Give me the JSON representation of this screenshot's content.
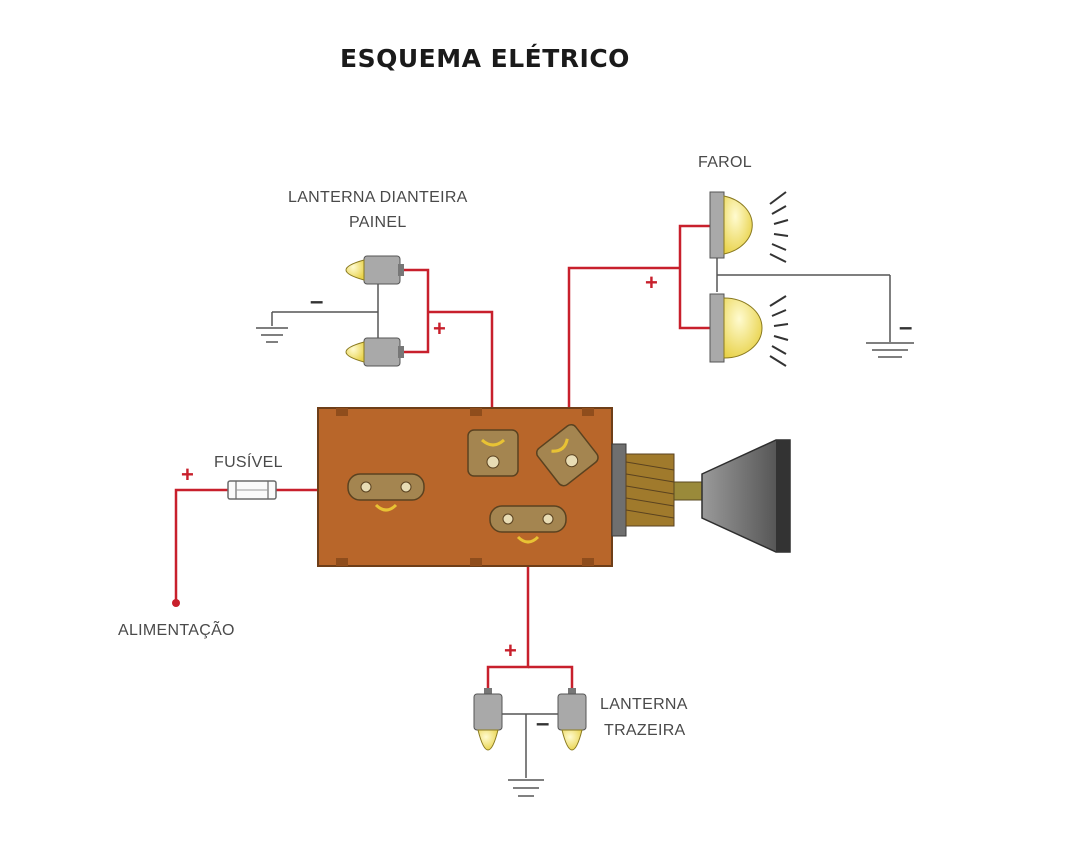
{
  "title": "ESQUEMA ELÉTRICO",
  "labels": {
    "front_lamp_line1": "LANTERNA DIANTEIRA",
    "front_lamp_line2": "PAINEL",
    "headlight": "FAROL",
    "fuse": "FUSÍVEL",
    "power": "ALIMENTAÇÃO",
    "rear_lamp_line1": "LANTERNA",
    "rear_lamp_line2": "TRAZEIRA"
  },
  "signs": {
    "plus": "+",
    "minus": "–"
  },
  "colors": {
    "wire_positive": "#c8202c",
    "wire_ground": "#555555",
    "switch_body": "#b8662a",
    "switch_border": "#6e3e18",
    "bulb_glass": "#f2e46a",
    "socket": "#a9a9a9",
    "knob": "#6b6b6b",
    "terminal": "#9a7a45"
  }
}
